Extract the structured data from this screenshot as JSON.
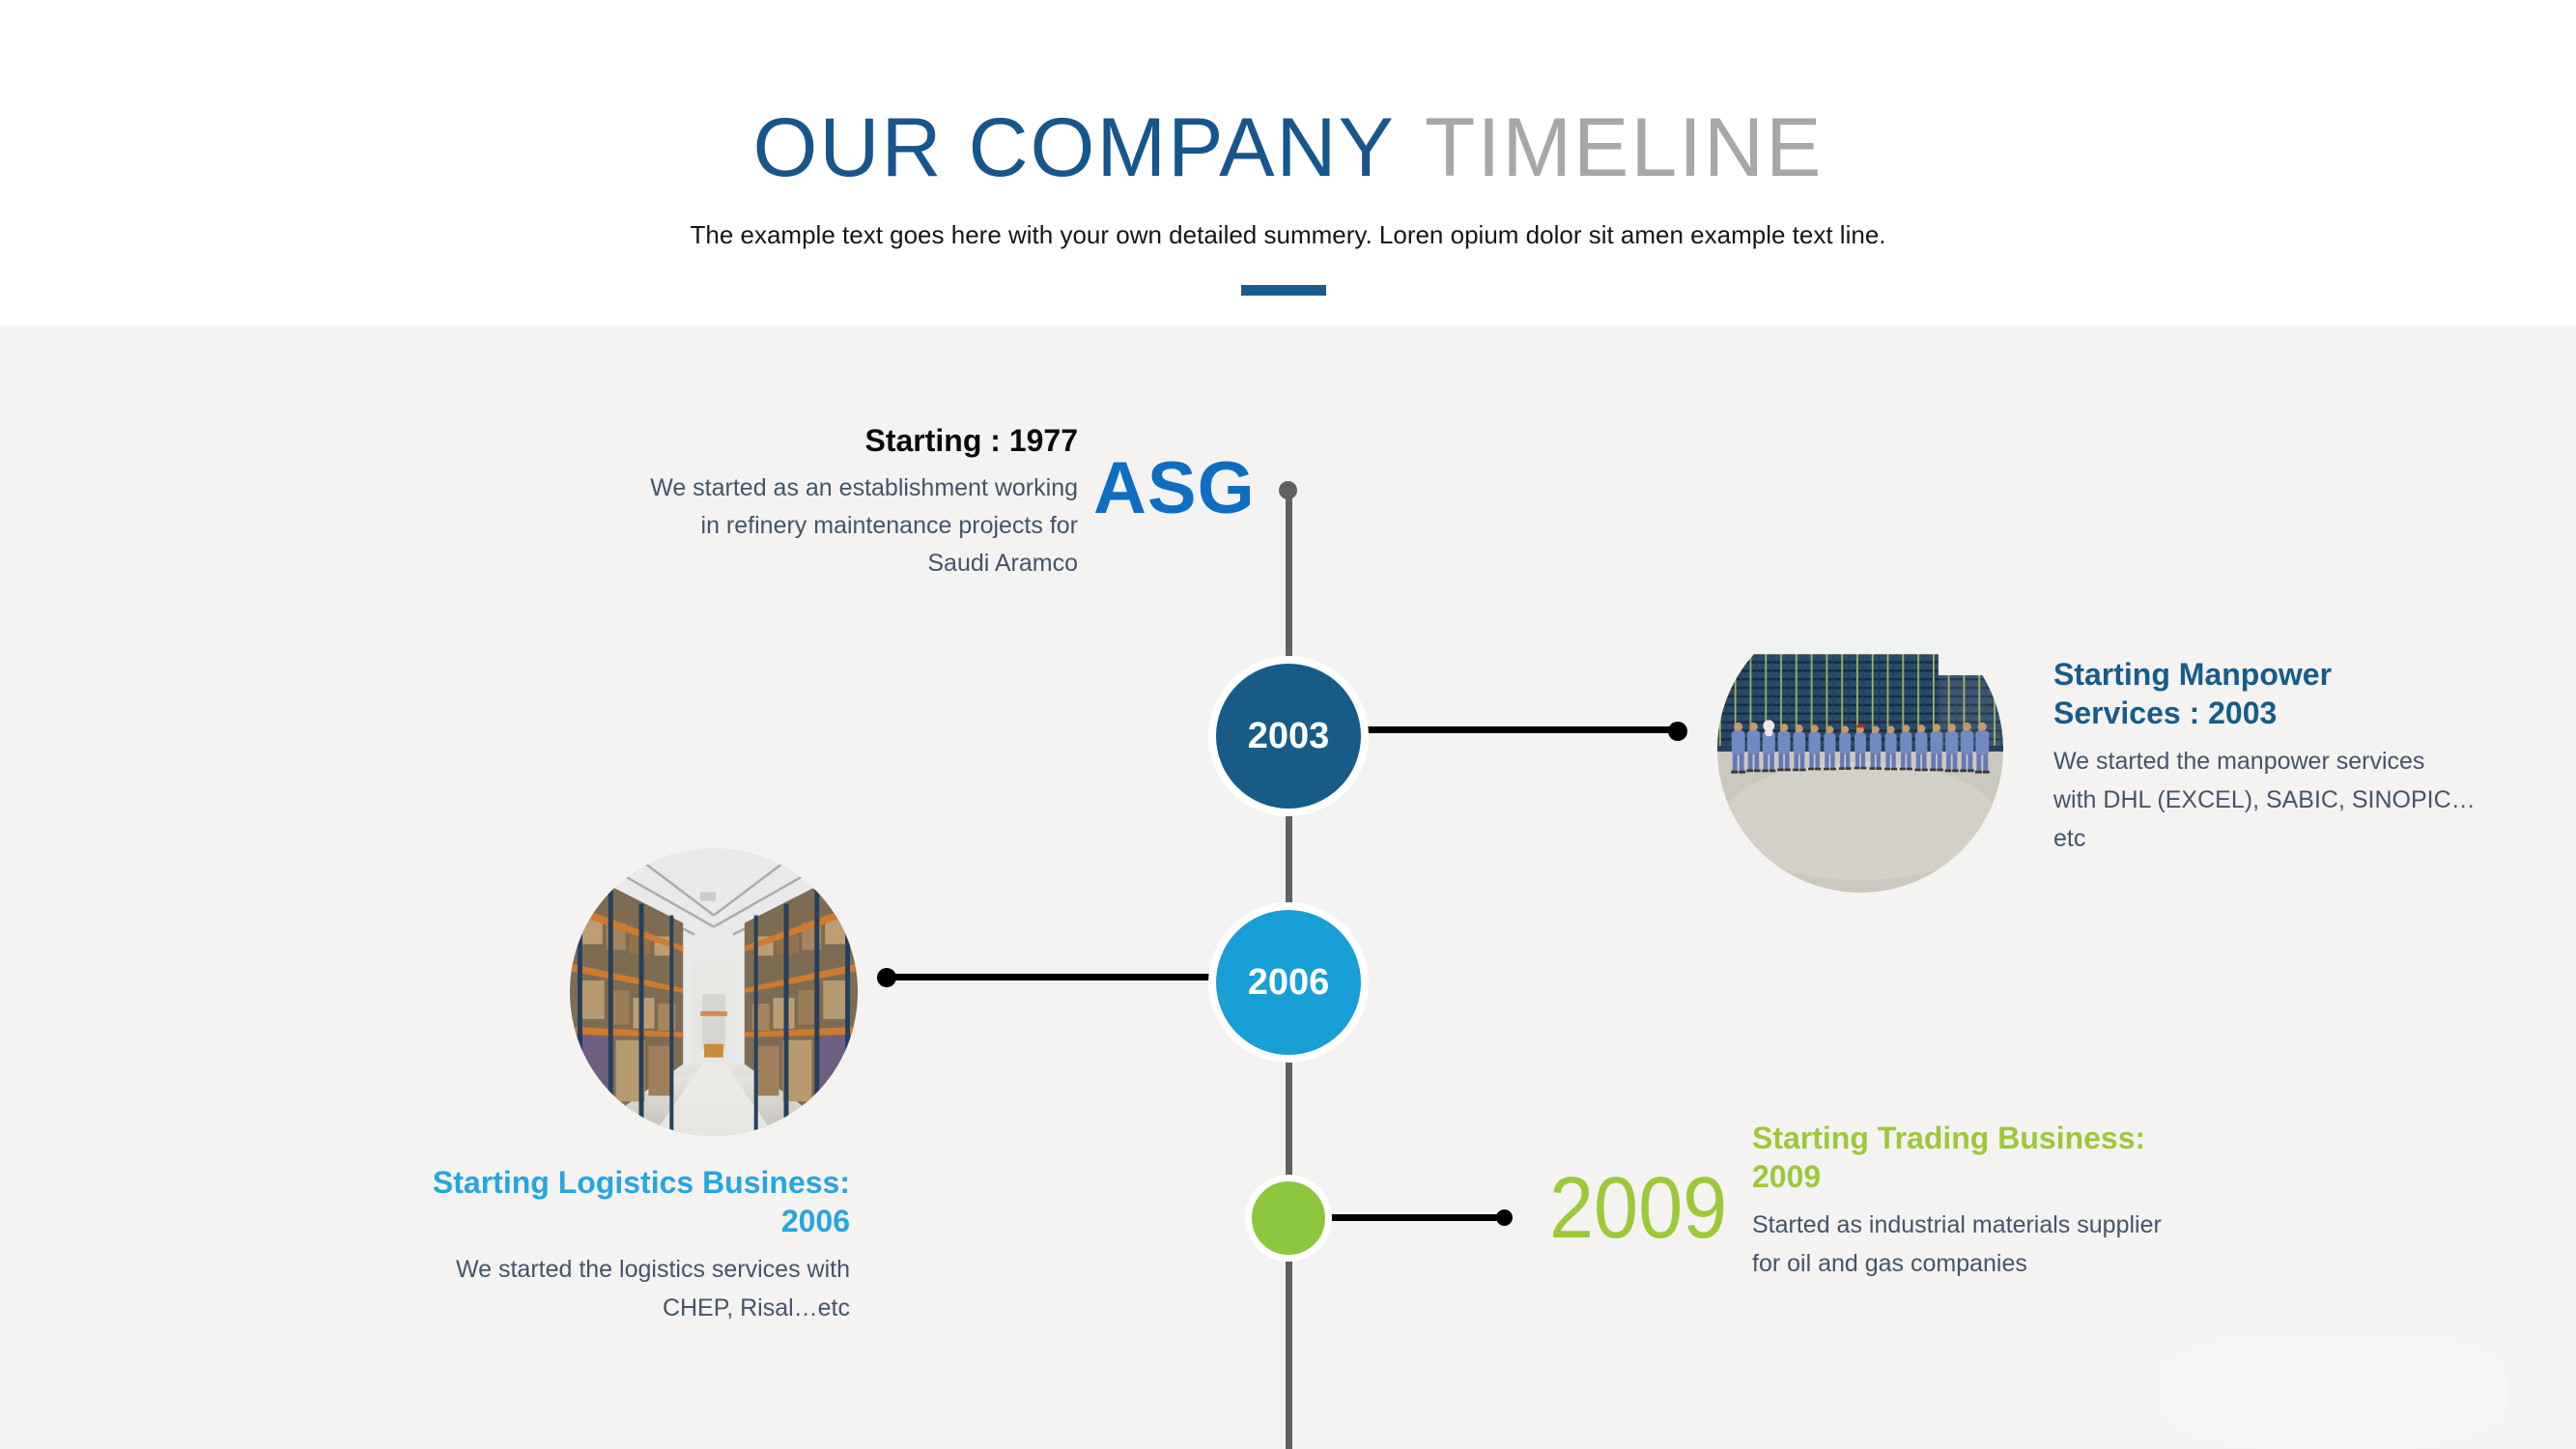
{
  "header": {
    "title_primary": "OUR COMPANY",
    "title_secondary": "TIMELINE",
    "subtitle": "The example text goes here with your own detailed summery. Loren opium dolor sit amen example text line."
  },
  "logo_text": "ASG",
  "events": {
    "e1977": {
      "title": "Starting : 1977",
      "body": [
        "We started as an establishment working",
        "in refinery maintenance projects for",
        "Saudi Aramco"
      ]
    },
    "e2003": {
      "year_badge": "2003",
      "title": [
        "Starting Manpower",
        "Services : 2003"
      ],
      "body": [
        "We started the manpower services",
        "with DHL (EXCEL), SABIC, SINOPIC…etc"
      ]
    },
    "e2006": {
      "year_badge": "2006",
      "title": [
        "Starting Logistics Business:",
        "2006"
      ],
      "body": [
        "We started the logistics services with",
        "CHEP, Risal…etc"
      ]
    },
    "e2009": {
      "year_large": "2009",
      "title": [
        "Starting Trading Business:",
        "2009"
      ],
      "body": [
        "Started as industrial materials supplier",
        "for oil and gas companies"
      ]
    }
  },
  "colors": {
    "dark_blue": "#175c89",
    "cyan_heading": "#27a5de",
    "cyan_circle": "#189fd5",
    "green_heading": "#9dc83a",
    "green_circle": "#8dc63f",
    "slate_body_text": "#44546a",
    "title_gray": "#a7a7a7",
    "logo_blue": "#0f6ec1",
    "timeline_gray": "#616161",
    "connector_black": "#000000",
    "lower_background": "#f4f3f1",
    "accent_bar": "#1d5b8d"
  }
}
